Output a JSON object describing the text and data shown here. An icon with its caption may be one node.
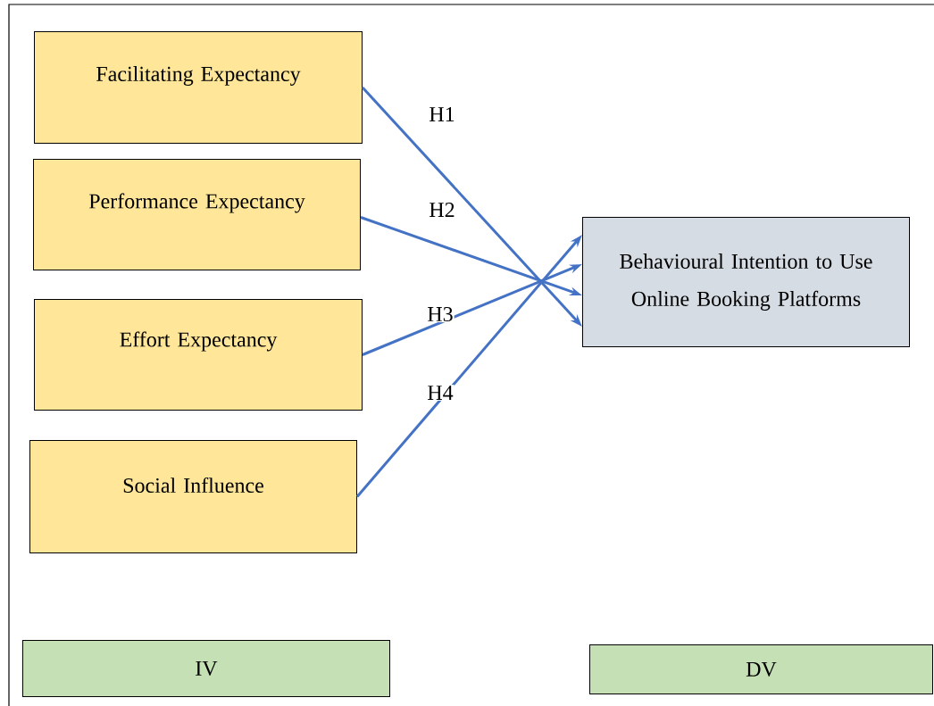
{
  "diagram": {
    "nodes": [
      {
        "text": [
          "Facilitating Expectancy"
        ]
      },
      {
        "text": [
          "Performance Expectancy"
        ]
      },
      {
        "text": [
          "Effort Expectancy"
        ]
      },
      {
        "text": [
          "Social Influence"
        ]
      },
      {
        "text": [
          "Behavioural Intention to Use Online Booking Platforms"
        ]
      },
      {
        "text": [
          "IV"
        ]
      },
      {
        "text": [
          "DV"
        ]
      }
    ],
    "edges": [
      {
        "from": 0,
        "to": 4,
        "arrow": "to",
        "label": "H1"
      },
      {
        "from": 1,
        "to": 4,
        "arrow": "to",
        "label": "H2"
      },
      {
        "from": 2,
        "to": 4,
        "arrow": "to",
        "label": "H3"
      },
      {
        "from": 3,
        "to": 4,
        "arrow": "to",
        "label": "H4"
      }
    ]
  }
}
